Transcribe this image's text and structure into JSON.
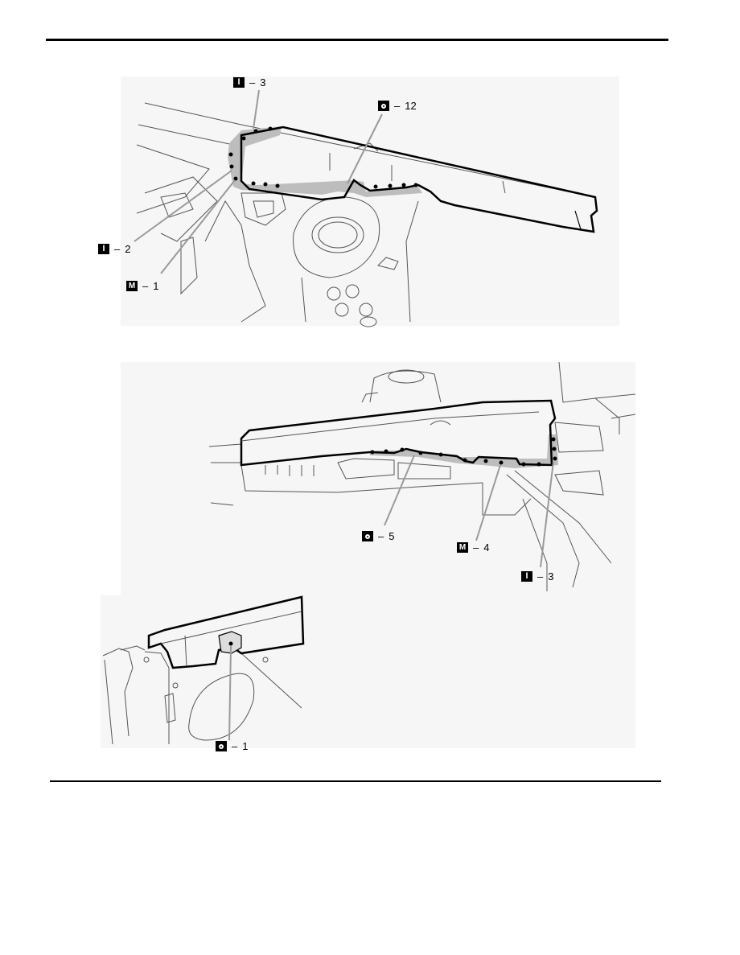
{
  "figures": [
    {
      "id": "upper",
      "callouts": [
        {
          "symbol": "I",
          "symbol_name": "i-symbol-icon",
          "dash": "–",
          "value": "3"
        },
        {
          "symbol": "O",
          "symbol_name": "o-symbol-icon",
          "dash": "–",
          "value": "12"
        },
        {
          "symbol": "I",
          "symbol_name": "i-symbol-icon",
          "dash": "–",
          "value": "2"
        },
        {
          "symbol": "M",
          "symbol_name": "m-symbol-icon",
          "dash": "–",
          "value": "1"
        }
      ]
    },
    {
      "id": "middle",
      "callouts": [
        {
          "symbol": "O",
          "symbol_name": "o-symbol-icon",
          "dash": "–",
          "value": "5"
        },
        {
          "symbol": "M",
          "symbol_name": "m-symbol-icon",
          "dash": "–",
          "value": "4"
        },
        {
          "symbol": "I",
          "symbol_name": "i-symbol-icon",
          "dash": "–",
          "value": "3"
        }
      ]
    },
    {
      "id": "lower",
      "callouts": [
        {
          "symbol": "O",
          "symbol_name": "o-symbol-icon",
          "dash": "–",
          "value": "1"
        }
      ]
    }
  ],
  "colors": {
    "outline": "#000000",
    "sealer": "#bdbdbd",
    "line": "#555555"
  }
}
